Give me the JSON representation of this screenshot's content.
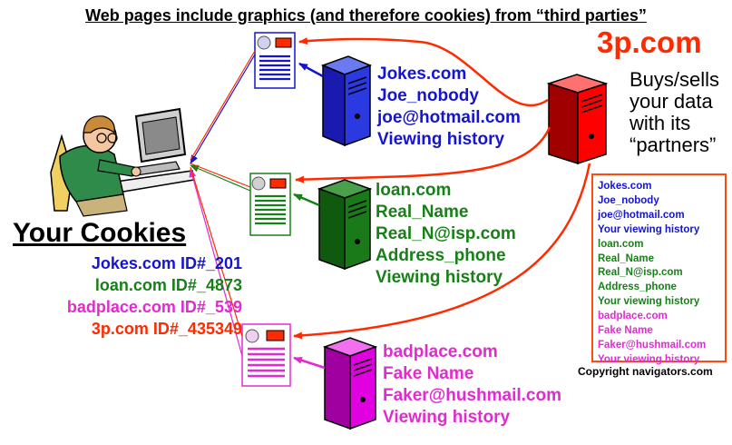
{
  "title": "Web pages include graphics (and therefore cookies) from “third parties”",
  "tracker": {
    "name": "3p.com",
    "tagline": [
      "Buys/sells",
      "your data",
      "with its",
      "“partners”"
    ]
  },
  "sites": {
    "jokes": [
      "Jokes.com",
      "Joe_nobody",
      "joe@hotmail.com",
      "Viewing history"
    ],
    "loan": [
      "loan.com",
      "Real_Name",
      "Real_N@isp.com",
      "Address_phone",
      "Viewing history"
    ],
    "badplace": [
      "badplace.com",
      "Fake Name",
      "Faker@hushmail.com",
      "Viewing history"
    ]
  },
  "cookies": {
    "heading": "Your Cookies",
    "jokes": "Jokes.com ID#_201",
    "loan": "loan.com ID#_4873",
    "badplace": "badplace.com ID#_539",
    "tracker": "3p.com ID#_435349"
  },
  "profile": {
    "jokes": [
      "Jokes.com",
      "Joe_nobody",
      "joe@hotmail.com",
      "Your viewing history"
    ],
    "loan": [
      "loan.com",
      "Real_Name",
      "Real_N@isp.com",
      "Address_phone",
      "Your viewing history"
    ],
    "badplace": [
      "badplace.com",
      "Fake Name",
      "Faker@hushmail.com",
      "Your viewing history"
    ]
  },
  "copyright": "Copyright navigators.com",
  "colors": {
    "jokes": "#1414d2",
    "loan": "#188018",
    "badplace": "#e22ad0",
    "tracker": "#ff2a00",
    "jokes_server": "#2a3ae0",
    "loan_server": "#1a7a1a",
    "bad_server": "#e000e0",
    "tracker_server": "#ff0000"
  },
  "icons": [
    "user-at-computer-icon",
    "webpage-icon",
    "server-icon",
    "arrow-icon"
  ]
}
